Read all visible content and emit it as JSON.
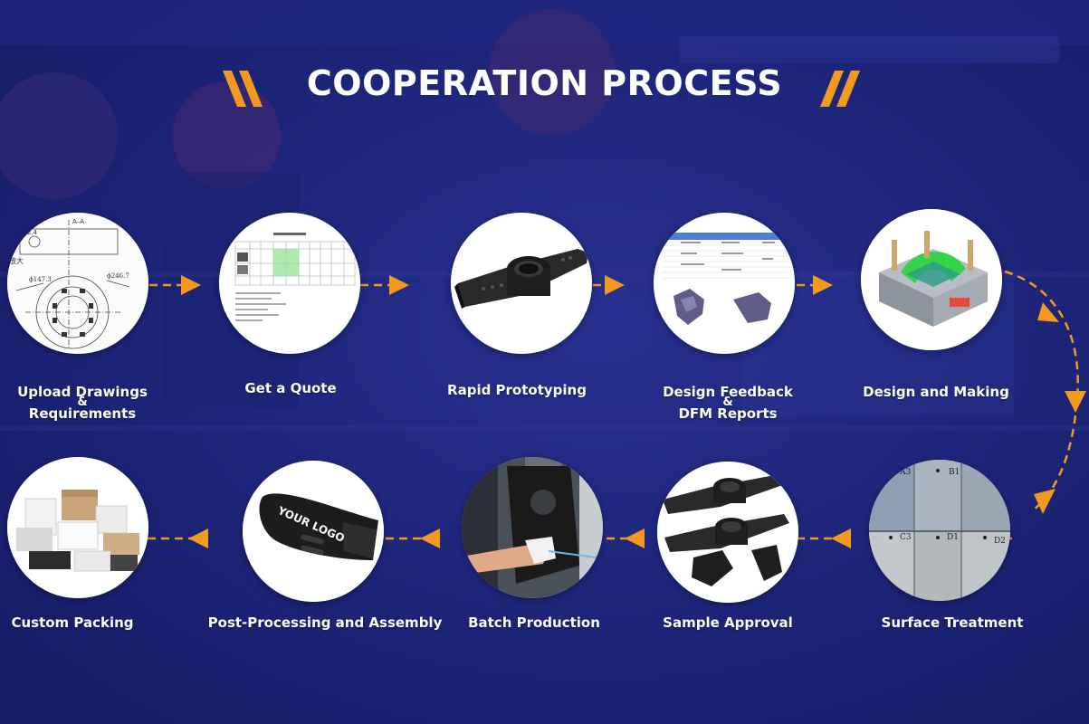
{
  "title": "COOPERATION PROCESS",
  "colors": {
    "accent": "#f29a1f",
    "background": "#1c2479",
    "text": "#ffffff"
  },
  "steps": [
    {
      "lines": [
        "Upload Drawings",
        "&",
        "Requirements"
      ],
      "image": "technical-drawing-image"
    },
    {
      "lines": [
        "Get a Quote"
      ],
      "image": "quote-spreadsheet-image"
    },
    {
      "lines": [
        "Rapid Prototyping"
      ],
      "image": "prototype-part-image"
    },
    {
      "lines": [
        "Design Feedback",
        "&",
        "DFM Reports"
      ],
      "image": "dfm-report-image"
    },
    {
      "lines": [
        "Design and Making"
      ],
      "image": "mold-design-image"
    },
    {
      "lines": [
        "Surface Treatment"
      ],
      "image": "surface-samples-image"
    },
    {
      "lines": [
        "Sample Approval"
      ],
      "image": "sample-parts-image"
    },
    {
      "lines": [
        "Batch Production"
      ],
      "image": "production-machine-image"
    },
    {
      "lines": [
        "Post-Processing and Assembly"
      ],
      "image": "logo-part-image"
    },
    {
      "lines": [
        "Custom Packing"
      ],
      "image": "packaging-boxes-image"
    }
  ],
  "drawing_labels": {
    "section": "A–A",
    "dim1": "2.4",
    "dim2": "ϕ147.3",
    "dim3": "ϕ246.7",
    "zoom": "放大"
  },
  "logo_text": "YOUR LOGO",
  "sample_codes": [
    "A3",
    "B1",
    "C3",
    "D1",
    "D2"
  ]
}
